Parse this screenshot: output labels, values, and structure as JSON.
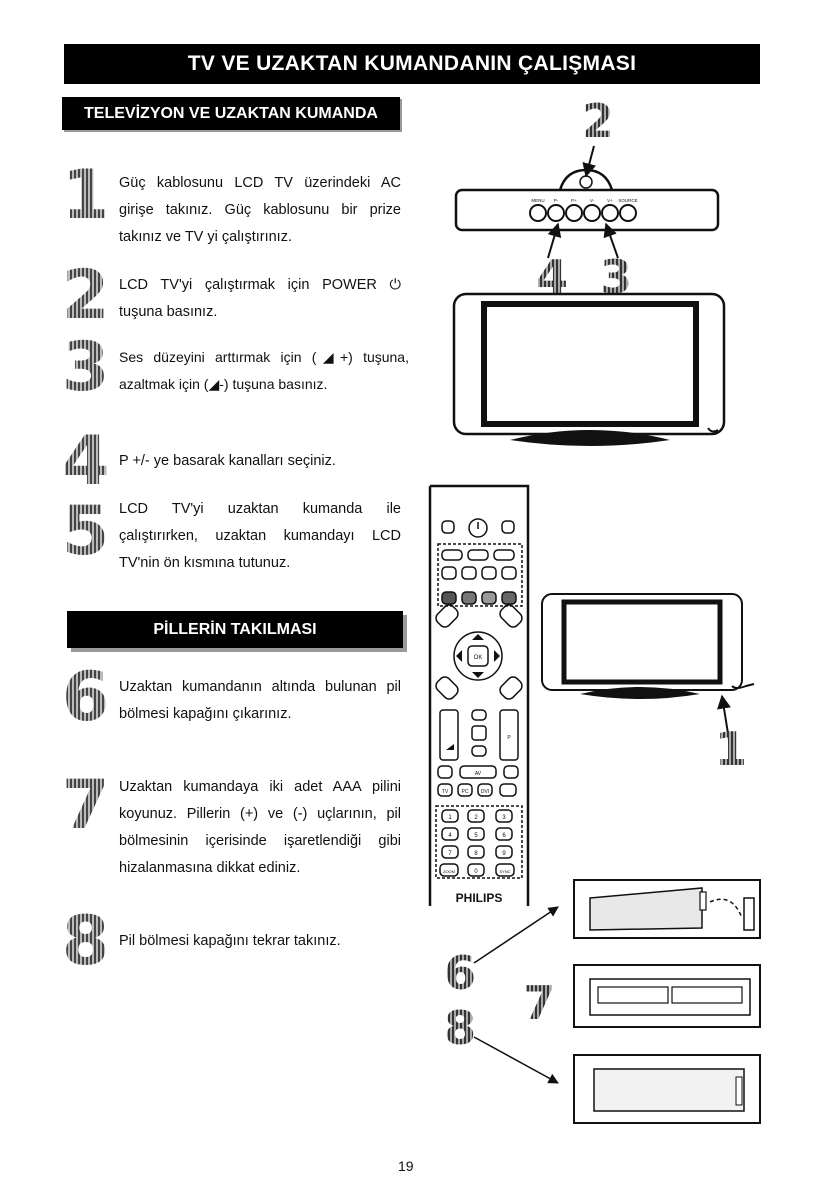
{
  "header": {
    "title": "TV VE UZAKTAN KUMANDANIN ÇALIŞMASI"
  },
  "section1": {
    "title": "TELEVİZYON VE UZAKTAN KUMANDA"
  },
  "section2": {
    "title": "PİLLERİN TAKILMASI"
  },
  "steps": [
    {
      "num": "1",
      "text": "Güç kablosunu  LCD TV üzerindeki AC girişe takınız. Güç kablosunu bir prize takınız ve TV yi çalıştırınız."
    },
    {
      "num": "2",
      "text": "LCD TV'yi çalıştırmak için POWER ⏻ tuşuna basınız."
    },
    {
      "num": "3",
      "text": "Ses düzeyini arttırmak için (◢+) tuşuna, azaltmak için (◢-) tuşuna basınız."
    },
    {
      "num": "4",
      "text": "P +/- ye basarak kanalları seçiniz."
    },
    {
      "num": "5",
      "text": "LCD TV'yi uzaktan kumanda ile çalıştırırken, uzaktan kumandayı LCD TV'nin ön kısmına tutunuz."
    },
    {
      "num": "6",
      "text": "Uzaktan kumandanın altında bulunan pil bölmesi kapağını çıkarınız."
    },
    {
      "num": "7",
      "text": "Uzaktan kumandaya iki adet AAA pilini koyunuz. Pillerin (+) ve (-) uçlarının, pil bölmesinin içerisinde işaretlendiği gibi hizalanmasına dikkat ediniz."
    },
    {
      "num": "8",
      "text": "Pil bölmesi kapağını tekrar takınız."
    }
  ],
  "tv_panel": {
    "callouts": [
      "2",
      "4",
      "3"
    ],
    "buttons": [
      "MENU",
      "P-",
      "P+",
      "V-",
      "V+",
      "SOURCE"
    ]
  },
  "remote": {
    "brand": "PHILIPS",
    "keys": {
      "ok": "OK",
      "av": "AV",
      "zoom": "ZOOM",
      "sync": "SYNC",
      "tv": "TV",
      "pc": "PC",
      "dvi": "DVI",
      "p": "P",
      "digits": [
        "1",
        "2",
        "3",
        "4",
        "5",
        "6",
        "7",
        "8",
        "9",
        "0"
      ]
    }
  },
  "callouts": {
    "c1": "1",
    "c6": "6",
    "c7": "7",
    "c8": "8"
  },
  "page_number": "19"
}
